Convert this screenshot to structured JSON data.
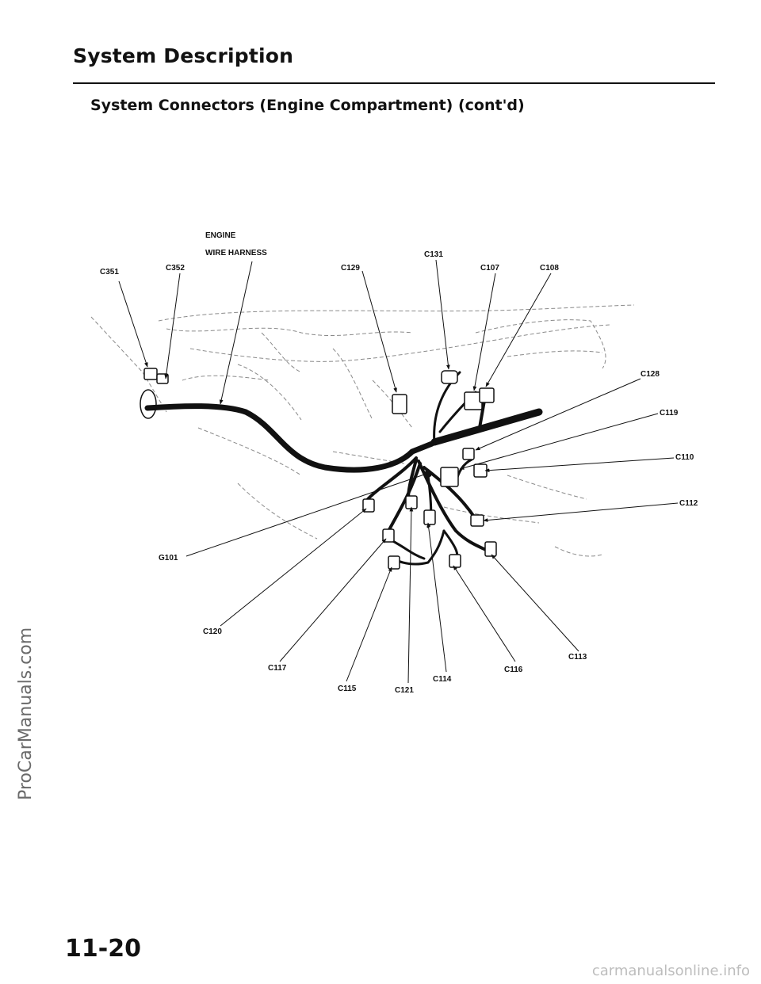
{
  "header": {
    "title": "System Description",
    "subtitle": "System Connectors (Engine Compartment) (cont'd)"
  },
  "diagram": {
    "harness_label_line1": "ENGINE",
    "harness_label_line2": "WIRE HARNESS",
    "connectors": {
      "c351": "C351",
      "c352": "C352",
      "c129": "C129",
      "c131": "C131",
      "c107": "C107",
      "c108": "C108",
      "c128": "C128",
      "c119": "C119",
      "c110": "C110",
      "c112": "C112",
      "g101": "G101",
      "c120": "C120",
      "c117": "C117",
      "c115": "C115",
      "c121": "C121",
      "c114": "C114",
      "c116": "C116",
      "c113": "C113"
    }
  },
  "footer": {
    "page_number": "11-20",
    "watermark_side": "ProCarManuals.com",
    "watermark_footer": "carmanualsonline.info"
  }
}
